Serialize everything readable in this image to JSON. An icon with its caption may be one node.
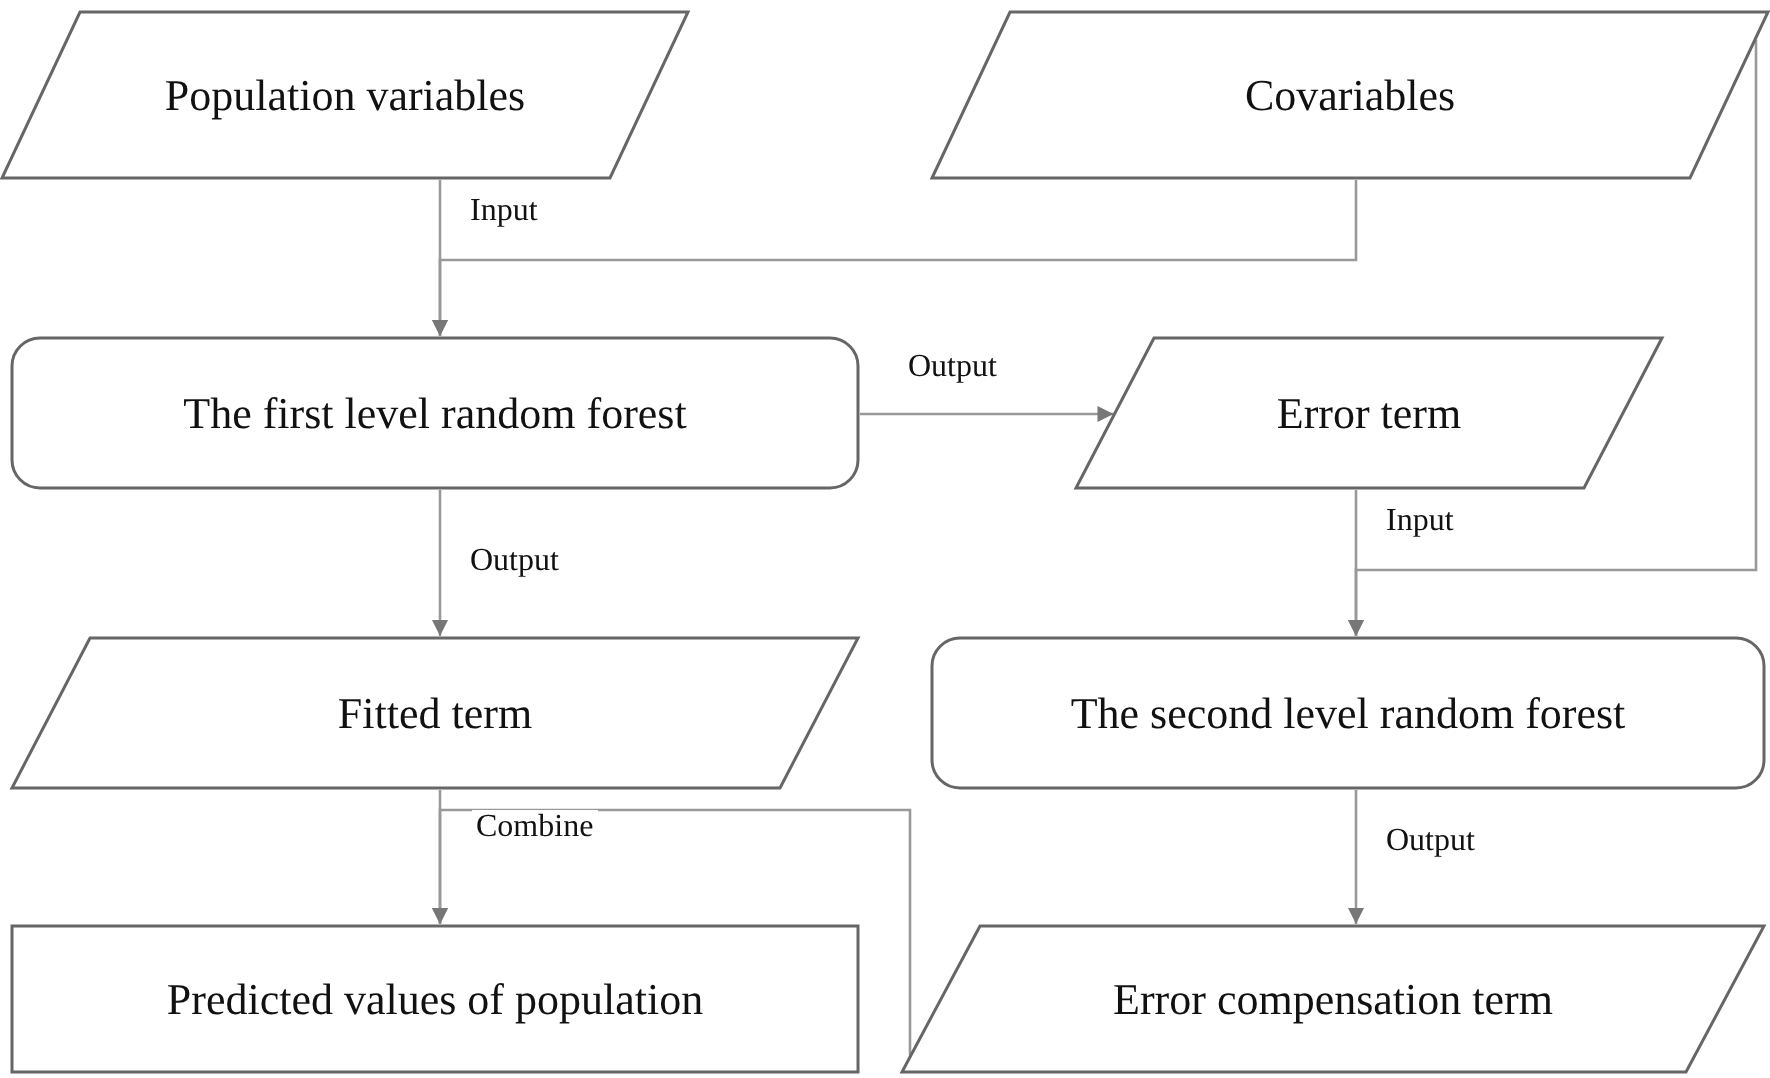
{
  "diagram": {
    "nodes": [
      {
        "text": [
          "Population variables"
        ]
      },
      {
        "text": [
          "Covariables"
        ]
      },
      {
        "text": [
          "The first level random forest"
        ]
      },
      {
        "text": [
          "Error term"
        ]
      },
      {
        "text": [
          "Fitted term"
        ]
      },
      {
        "text": [
          "The second level random forest"
        ]
      },
      {
        "text": [
          "Predicted values of population"
        ]
      },
      {
        "text": [
          "Error compensation term"
        ]
      }
    ],
    "edges": [
      {
        "from": 0,
        "to": 2,
        "arrow": "to",
        "label": "Input"
      },
      {
        "from": 1,
        "to": 2,
        "arrow": "to"
      },
      {
        "from": 2,
        "to": 3,
        "arrow": "to",
        "label": "Output"
      },
      {
        "from": 2,
        "to": 4,
        "arrow": "to",
        "label": "Output"
      },
      {
        "from": 3,
        "to": 5,
        "arrow": "to",
        "label": "Input"
      },
      {
        "from": 1,
        "to": 5,
        "arrow": "to"
      },
      {
        "from": 4,
        "to": 6,
        "arrow": "to",
        "label": "Combine"
      },
      {
        "from": 5,
        "to": 7,
        "arrow": "to",
        "label": "Output"
      },
      {
        "from": 7,
        "to": 6,
        "arrow": "to"
      }
    ]
  }
}
